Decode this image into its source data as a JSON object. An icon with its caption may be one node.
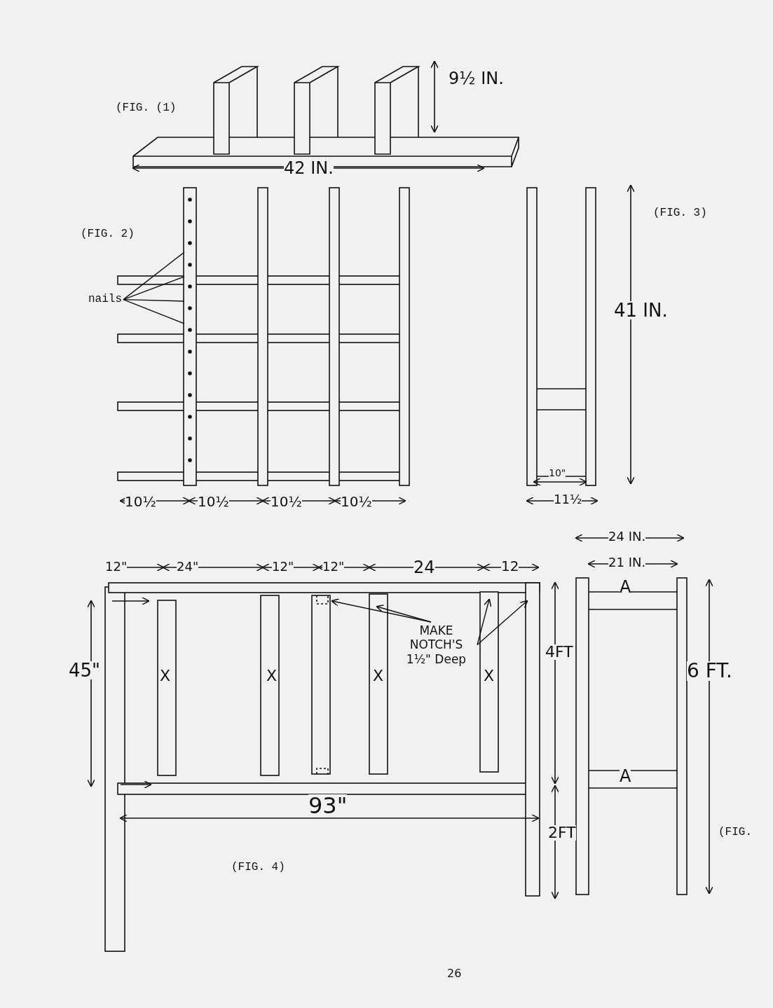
{
  "diagram": {
    "nodes": [
      {
        "text": [
          "nails"
        ]
      },
      {
        "text": [
          "MAKE NOTCH'S 1½\" Deep"
        ]
      }
    ],
    "edges": [
      {
        "from": 0,
        "to": null,
        "arrow": "none"
      },
      {
        "from": 0,
        "to": null,
        "arrow": "none"
      },
      {
        "from": 0,
        "to": null,
        "arrow": "none"
      },
      {
        "from": 0,
        "to": null,
        "arrow": "none"
      },
      {
        "from": 1,
        "to": null,
        "arrow": "to"
      },
      {
        "from": 1,
        "to": null,
        "arrow": "to"
      },
      {
        "from": 1,
        "to": null,
        "arrow": "to"
      },
      {
        "from": 1,
        "to": null,
        "arrow": "to"
      }
    ],
    "labels": [
      "(FIG. (1)",
      "9½ IN.",
      "42 IN.",
      "(FIG. 2)",
      "10½",
      "10½",
      "10½",
      "10½",
      "(FIG. 3)",
      "41 IN.",
      "10\"",
      "11½",
      "24 IN.",
      "21 IN.",
      "12\"",
      "24\"",
      "12\"",
      "12\"",
      "24",
      "12",
      "45\"",
      "X",
      "X",
      "X",
      "X",
      "4FT",
      "6 FT.",
      "A",
      "A",
      "93\"",
      "2FT",
      "(FIG.",
      "(FIG. 4)",
      "26"
    ]
  }
}
